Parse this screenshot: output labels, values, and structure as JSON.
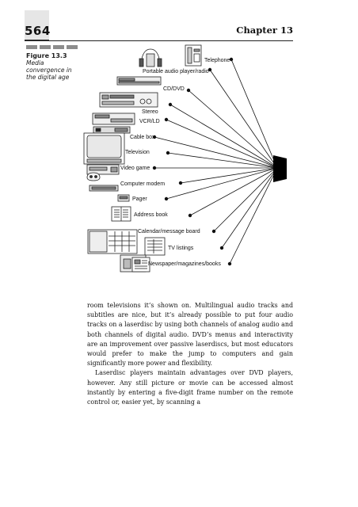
{
  "header": {
    "page_number": "564",
    "chapter": "Chapter 13"
  },
  "figure": {
    "number": "Figure 13.3",
    "caption": "Media convergence in the digital age",
    "labels": {
      "telephone": "Telephone",
      "portable_audio": "Portable audio player/radio",
      "cd_dvd": "CD/DVD",
      "stereo": "Stereo",
      "vcr_ld": "VCR/LD",
      "cable_box": "Cable box",
      "television": "Television",
      "video_game": "Video game",
      "computer_modem": "Computer modem",
      "pager": "Pager",
      "address_book": "Address book",
      "calendar": "Calendar/message board",
      "tv_listings": "TV listings",
      "newspaper": "Newspaper/magazines/books"
    }
  },
  "body": {
    "paragraph1": "room televisions it’s shown on. Multilingual audio tracks and subtitles are nice, but it’s already possible to put four audio tracks on a laserdisc by using both channels of analog audio and both channels of digital audio. DVD’s menus and interactivity are an improvement over passive laserdiscs, but most educators would prefer to make the jump to computers and gain significantly more power and flexibility.",
    "paragraph2": "Laserdisc players maintain advantages over DVD players, however. Any still picture or movie can be accessed almost instantly by entering a five-digit frame number on the remote control or, easier yet, by scanning a"
  }
}
